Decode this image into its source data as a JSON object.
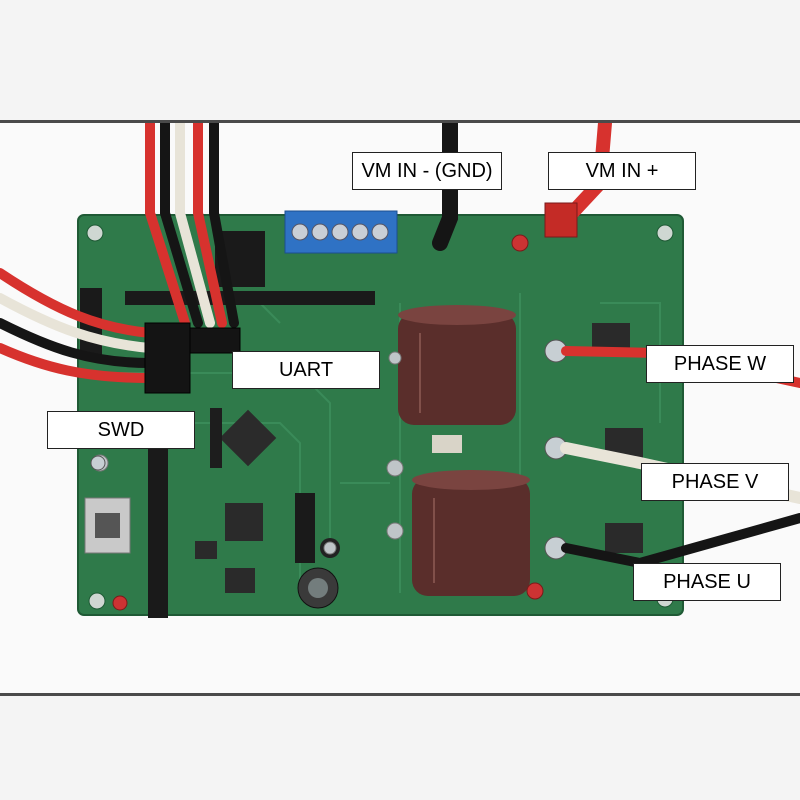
{
  "labels": {
    "vm_in_gnd": "VM IN - (GND)",
    "vm_in_plus": "VM IN +",
    "uart": "UART",
    "swd": "SWD",
    "phase_w": "PHASE W",
    "phase_v": "PHASE V",
    "phase_u": "PHASE U"
  },
  "colors": {
    "pcb": "#2f7a4a",
    "background": "#ffffff",
    "capacitor": "#5a2e2b",
    "red_wire": "#d7322e",
    "black_wire": "#151515",
    "white_wire": "#e8e4d8",
    "terminal_block": "#2f72c4"
  }
}
